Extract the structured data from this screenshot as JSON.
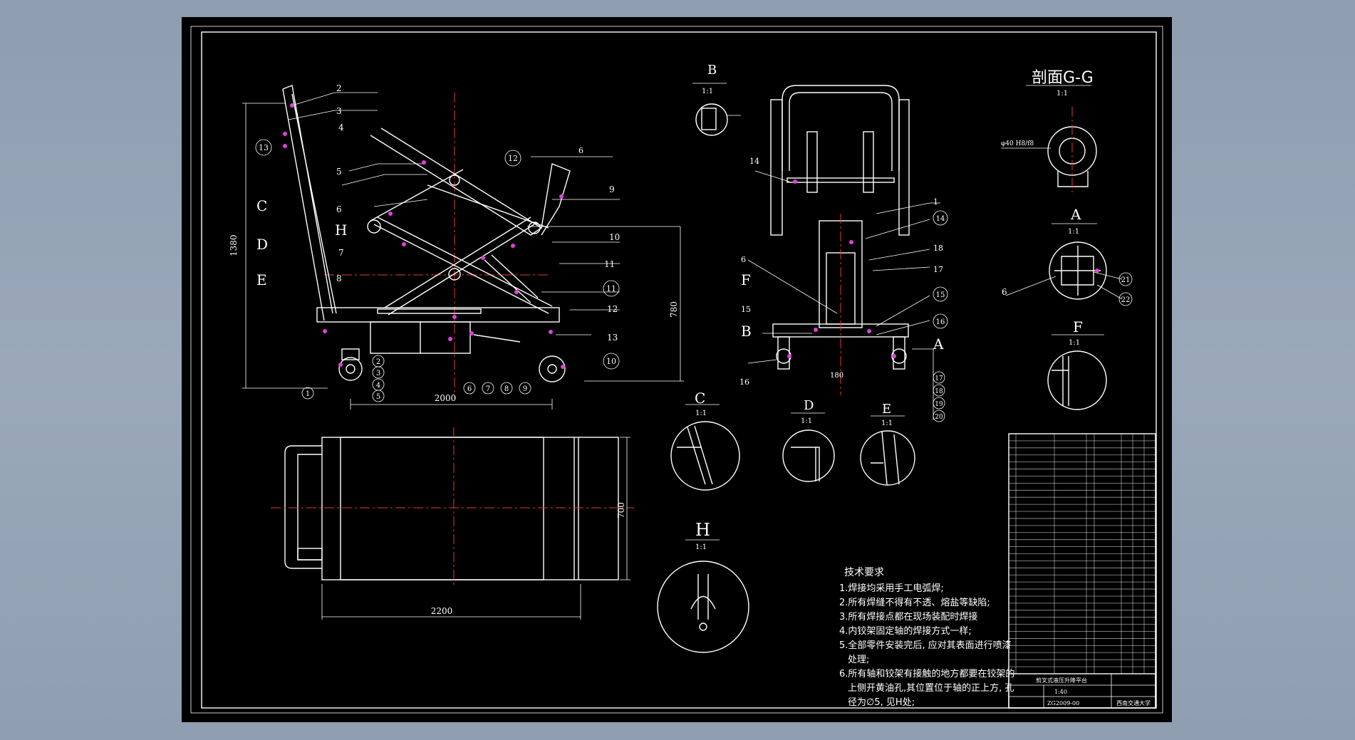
{
  "colors": {
    "background": "#000000",
    "viewer_bg": "#96a4b6",
    "lines": "#ffffff",
    "centerline": "#e23a3a",
    "markers": "#e040e0"
  },
  "main_view": {
    "part_numbers": [
      "2",
      "3",
      "4",
      "5",
      "6",
      "7",
      "8",
      "9",
      "10",
      "11",
      "12",
      "13"
    ],
    "circled_numbers": [
      "13",
      "12",
      "11",
      "10",
      "1",
      "2",
      "3",
      "4",
      "5",
      "6",
      "7",
      "8",
      "9"
    ],
    "weld_label": "6",
    "detail_callouts": [
      "C",
      "D",
      "E",
      "H"
    ],
    "dims": {
      "height": "1380",
      "lift": "780",
      "length": "2000"
    }
  },
  "plan_view": {
    "dims": {
      "length": "2200",
      "width": "700"
    }
  },
  "side_view": {
    "part_numbers": [
      "14",
      "1",
      "18",
      "17",
      "15",
      "16"
    ],
    "circled_numbers": [
      "14",
      "15",
      "16",
      "17",
      "18",
      "19",
      "20"
    ],
    "callouts": [
      "F",
      "B",
      "A"
    ],
    "dim": "180",
    "weld_label": "6"
  },
  "details": {
    "B": {
      "label": "B",
      "scale": "1:1"
    },
    "C": {
      "label": "C",
      "scale": "1:1"
    },
    "D": {
      "label": "D",
      "scale": "1:1"
    },
    "E": {
      "label": "E",
      "scale": "1:1"
    },
    "H": {
      "label": "H",
      "scale": "1:1"
    },
    "A": {
      "label": "A",
      "scale": "1:1",
      "circled": [
        "21",
        "22"
      ],
      "weld": "6"
    },
    "F": {
      "label": "F",
      "scale": "1:1"
    },
    "GG": {
      "label": "剖面G-G",
      "scale": "1:1",
      "fit": "φ40 H8/f8"
    }
  },
  "tech_requirements": {
    "title": "技术要求",
    "items": [
      "1.焊接均采用手工电弧焊;",
      "2.所有焊缝不得有不透、熔盐等缺陷;",
      "3.所有焊接点都在现场装配时焊接",
      "4.内铰架固定轴的焊接方式一样;",
      "5.全部零件安装完后, 应对其表面进行喷漆",
      "处理;",
      "6.所有轴和铰架有接触的地方都要在铰架的",
      "上侧开黄油孔,其位置位于轴的正上方, 孔",
      "径为∅5, 见H处;"
    ]
  },
  "title_block": {
    "drawing_name": "剪叉式液压升降平台",
    "scale": "1:40",
    "sheet_no": "ZG2009-00",
    "school": "西南交通大学"
  }
}
